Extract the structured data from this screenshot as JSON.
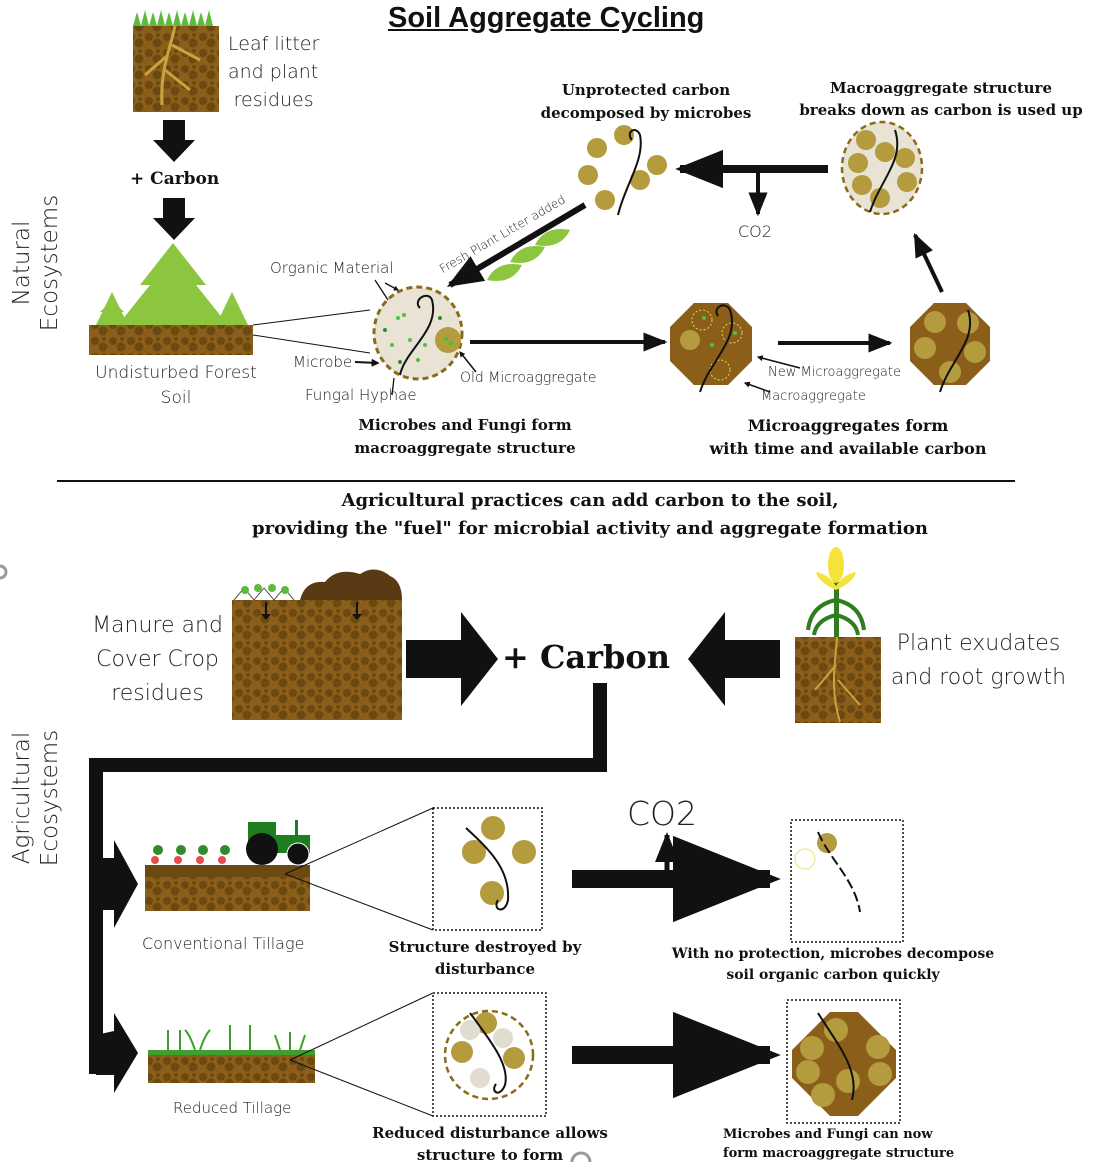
{
  "title": "Soil Aggregate Cycling",
  "sections": {
    "natural": {
      "label": [
        "Natural",
        "Ecosystems"
      ],
      "leaf_litter": [
        "Leaf litter",
        "and plant",
        "residues"
      ],
      "plus_carbon": "+ Carbon",
      "forest_soil": [
        "Undisturbed Forest",
        "Soil"
      ],
      "labels": {
        "organic_material": "Organic Material",
        "microbe": "Microbe",
        "fungal_hyphae": "Fungal Hyphae",
        "old_microaggregate": "Old Microaggregate",
        "fresh_litter": "Fresh Plant Litter added",
        "new_microaggregate": "New Microaggregate",
        "macroaggregate": "Macroaggregate",
        "co2": "CO2"
      },
      "captions": {
        "form_structure": [
          "Microbes and Fungi form",
          "macroaggregate structure"
        ],
        "micro_form": [
          "Microaggregates form",
          "with time and available carbon"
        ],
        "breaks_down": [
          "Macroaggregate structure",
          "breaks down as carbon is used up"
        ],
        "unprotected": [
          "Unprotected carbon",
          "decomposed by microbes"
        ]
      }
    },
    "agricultural": {
      "label": [
        "Agricultural",
        "Ecosystems"
      ],
      "heading": [
        "Agricultural practices can add carbon to the soil,",
        "providing the \"fuel\" for microbial activity and aggregate formation"
      ],
      "manure": [
        "Manure and",
        "Cover Crop",
        "residues"
      ],
      "plus_carbon": "+ Carbon",
      "plant": [
        "Plant exudates",
        "and root growth"
      ],
      "conventional": "Conventional Tillage",
      "reduced": "Reduced Tillage",
      "co2": "CO2",
      "captions": {
        "destroyed": [
          "Structure destroyed by",
          "disturbance"
        ],
        "no_protection": [
          "With no protection, microbes decompose",
          "soil organic carbon quickly"
        ],
        "reduced_allows": [
          "Reduced disturbance allows",
          "structure to form"
        ],
        "can_now": [
          "Microbes and Fungi can now",
          "form macroaggregate structure"
        ]
      }
    }
  },
  "colors": {
    "soil": "#8B5E1A",
    "soil_dark": "#6B4A12",
    "aggregate_gold": "#B39B3E",
    "tree_green": "#8CC63F",
    "microbe_green": "#2E8B2E",
    "matrix_beige": "#E9E3D6"
  }
}
